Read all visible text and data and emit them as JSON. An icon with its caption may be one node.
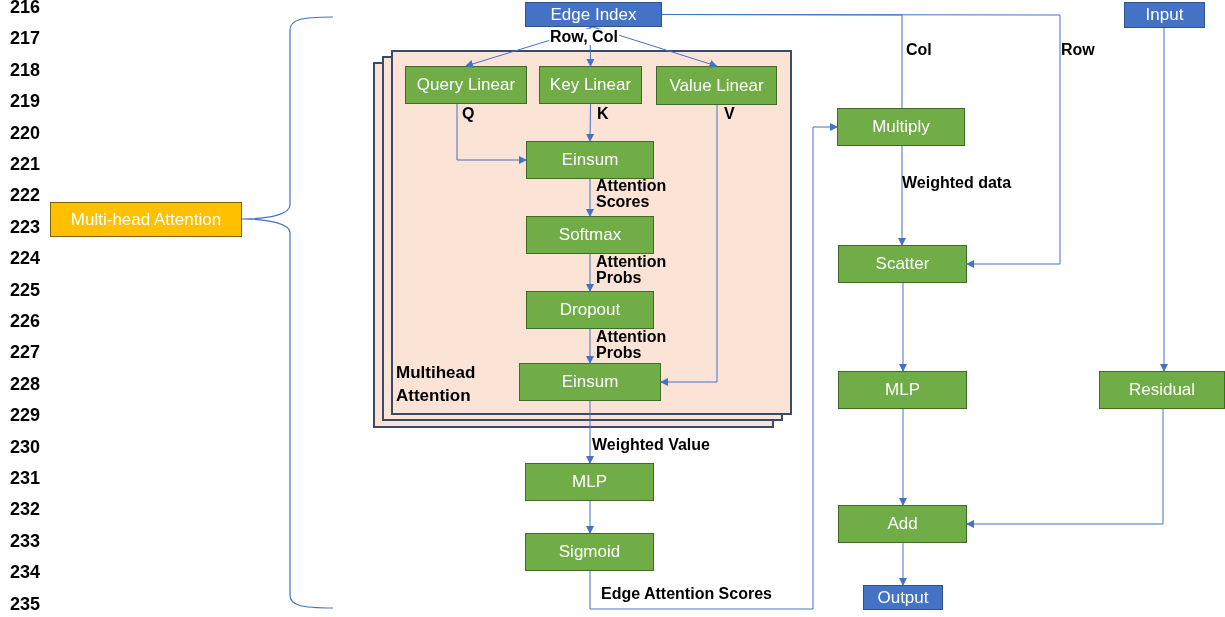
{
  "diagram": {
    "nodes": [
      {
        "text": [
          "Edge Index"
        ]
      },
      {
        "text": [
          "Input"
        ]
      },
      {
        "text": [
          "Multi-head Attention"
        ]
      },
      {
        "text": [
          "Multihead Attention"
        ]
      },
      {
        "text": [
          "Query Linear"
        ],
        "in": 3
      },
      {
        "text": [
          "Key Linear"
        ],
        "in": 3
      },
      {
        "text": [
          "Value Linear"
        ],
        "in": 3
      },
      {
        "text": [
          "Einsum"
        ],
        "in": 3
      },
      {
        "text": [
          "Softmax"
        ],
        "in": 3
      },
      {
        "text": [
          "Dropout"
        ],
        "in": 3
      },
      {
        "text": [
          "Einsum"
        ],
        "in": 3
      },
      {
        "text": [
          "MLP"
        ]
      },
      {
        "text": [
          "Sigmoid"
        ]
      },
      {
        "text": [
          "Multiply"
        ]
      },
      {
        "text": [
          "Scatter"
        ]
      },
      {
        "text": [
          "MLP"
        ]
      },
      {
        "text": [
          "Residual"
        ]
      },
      {
        "text": [
          "Add"
        ]
      },
      {
        "text": [
          "Output"
        ]
      }
    ],
    "edges": [
      {
        "from": 0,
        "to": 4,
        "arrow": "to"
      },
      {
        "from": 0,
        "to": 5,
        "arrow": "to",
        "label": "Row, Col"
      },
      {
        "from": 0,
        "to": 6,
        "arrow": "to"
      },
      {
        "from": 0,
        "to": 13,
        "arrow": "none",
        "label": "Col"
      },
      {
        "from": 0,
        "to": 14,
        "arrow": "to",
        "label": "Row"
      },
      {
        "from": 4,
        "to": 7,
        "arrow": "to",
        "label": "Q"
      },
      {
        "from": 5,
        "to": 7,
        "arrow": "to",
        "label": "K"
      },
      {
        "from": 6,
        "to": 10,
        "arrow": "to",
        "label": "V"
      },
      {
        "from": 7,
        "to": 8,
        "arrow": "to",
        "label": "Attention Scores"
      },
      {
        "from": 8,
        "to": 9,
        "arrow": "to",
        "label": "Attention Probs"
      },
      {
        "from": 9,
        "to": 10,
        "arrow": "to",
        "label": "Attention Probs"
      },
      {
        "from": 10,
        "to": 11,
        "arrow": "to",
        "label": "Weighted Value"
      },
      {
        "from": 11,
        "to": 12,
        "arrow": "to"
      },
      {
        "from": 12,
        "to": 13,
        "arrow": "to",
        "label": "Edge Attention Scores"
      },
      {
        "from": 13,
        "to": 14,
        "arrow": "to",
        "label": "Weighted data"
      },
      {
        "from": 14,
        "to": 15,
        "arrow": "to"
      },
      {
        "from": 15,
        "to": 17,
        "arrow": "to"
      },
      {
        "from": 1,
        "to": 16,
        "arrow": "to"
      },
      {
        "from": 16,
        "to": 17,
        "arrow": "to"
      },
      {
        "from": 17,
        "to": 18,
        "arrow": "to"
      }
    ],
    "labels": [
      "216",
      "217",
      "218",
      "219",
      "220",
      "221",
      "222",
      "223",
      "224",
      "225",
      "226",
      "227",
      "228",
      "229",
      "230",
      "231",
      "232",
      "233",
      "234",
      "235"
    ]
  }
}
